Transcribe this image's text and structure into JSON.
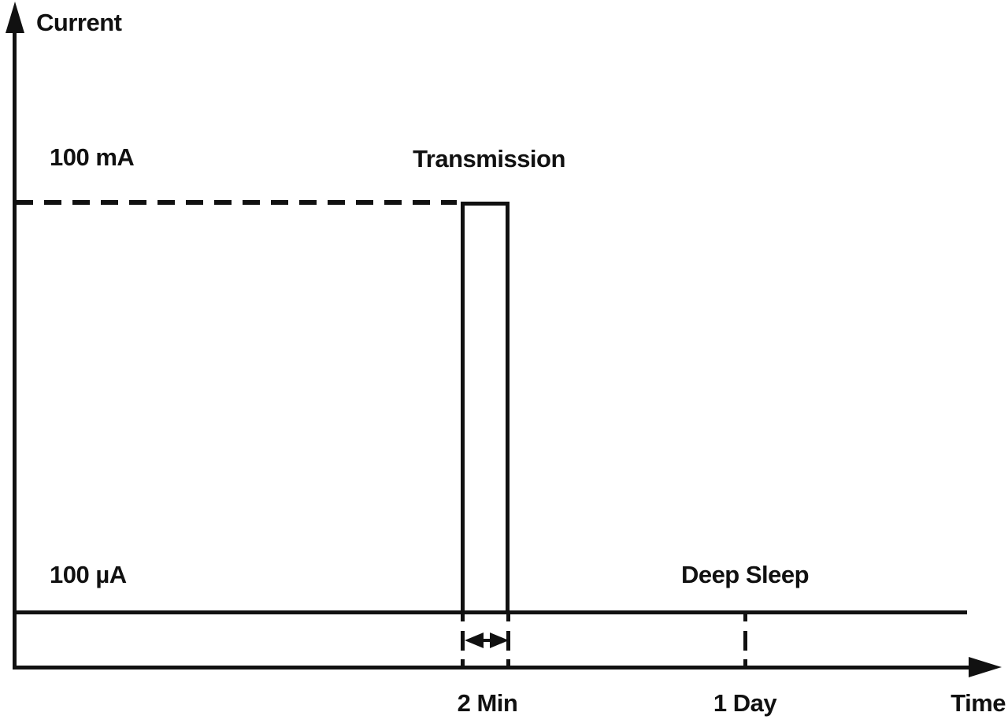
{
  "figure": {
    "background_color": "#ffffff",
    "line_color": "#111111",
    "axes": {
      "y_label": "Current",
      "x_label": "Time"
    },
    "levels": {
      "high": "100 mA",
      "low": "100 µA"
    },
    "annotations": {
      "pulse": "Transmission",
      "sleep": "Deep Sleep",
      "pulse_width": "2 Min",
      "interval": "1 Day"
    }
  },
  "chart_data": {
    "type": "line",
    "title": "",
    "xlabel": "Time",
    "ylabel": "Current",
    "grid": false,
    "legend": false,
    "y_levels": [
      {
        "label": "100 mA",
        "style": "dashed reference line",
        "role": "pulse peak level"
      },
      {
        "label": "100 µA",
        "style": "solid baseline",
        "role": "sleep level"
      }
    ],
    "x_marks": [
      {
        "label": "2 Min",
        "annotation": "width of Transmission pulse, marked with double-headed arrow between dashed ticks"
      },
      {
        "label": "1 Day",
        "annotation": "dashed tick on Deep Sleep baseline"
      }
    ],
    "segments": [
      {
        "phase": "Deep Sleep",
        "level": "100 µA"
      },
      {
        "phase": "Transmission",
        "level": "100 mA",
        "width": "2 Min"
      },
      {
        "phase": "Deep Sleep",
        "level": "100 µA"
      }
    ]
  }
}
